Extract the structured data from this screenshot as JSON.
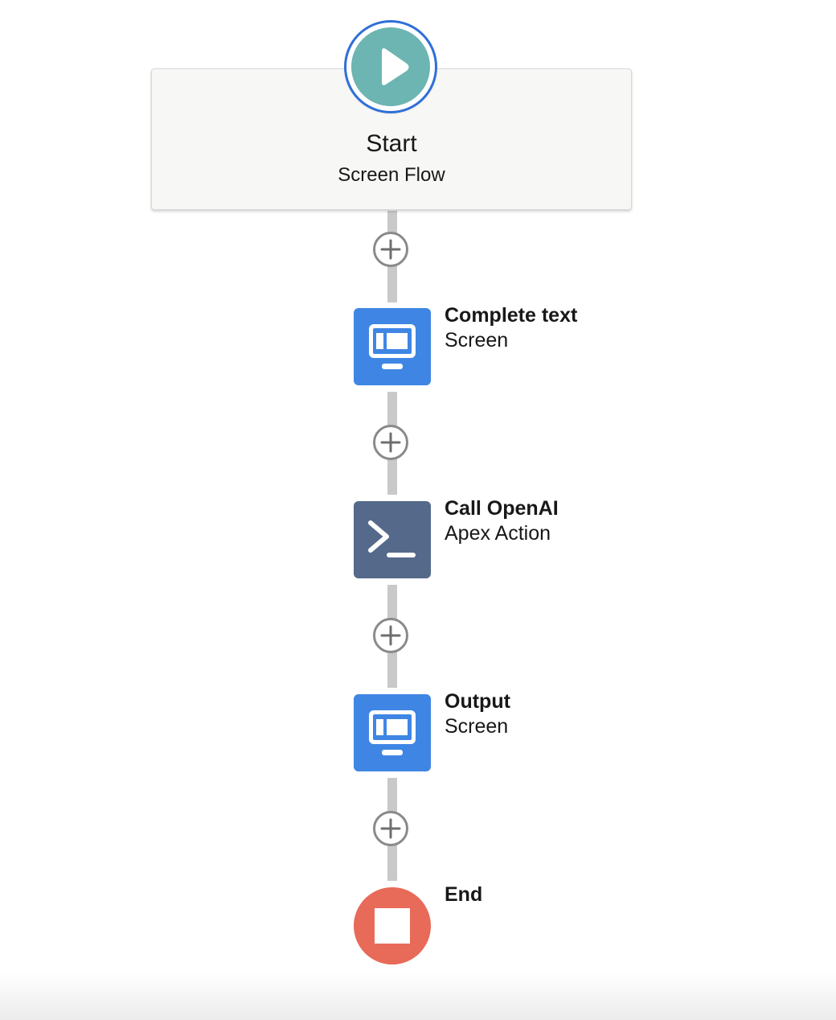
{
  "flow": {
    "start": {
      "title": "Start",
      "subtitle": "Screen Flow",
      "icon": "play-icon"
    },
    "nodes": [
      {
        "name": "Complete text",
        "type": "Screen",
        "icon": "screen-icon",
        "color": "#3f86e4"
      },
      {
        "name": "Call OpenAI",
        "type": "Apex Action",
        "icon": "terminal-prompt-icon",
        "color": "#55698a"
      },
      {
        "name": "Output",
        "type": "Screen",
        "icon": "screen-icon",
        "color": "#3f86e4"
      }
    ],
    "end": {
      "name": "End",
      "icon": "stop-icon",
      "color": "#e86a58"
    },
    "connector_color": "#c9c9c9",
    "add_button_icon": "plus-icon"
  }
}
